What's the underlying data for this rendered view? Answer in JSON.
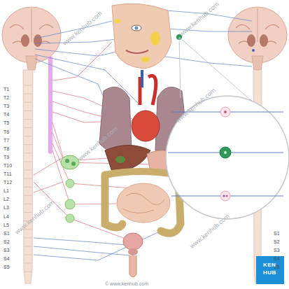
{
  "diagram": {
    "labels": [
      "T1",
      "T2",
      "T3",
      "T4",
      "T5",
      "T6",
      "T7",
      "T8",
      "T9",
      "T10",
      "T11",
      "T12",
      "L1",
      "L2",
      "L3",
      "L4",
      "L5",
      "S1",
      "S2",
      "S3",
      "S4",
      "S5",
      "S1",
      "S2",
      "S3",
      "S4",
      "S5",
      "www.kenhub.com",
      "www.kenhub.com",
      "www.kenhub.com",
      "www.kenhub.com",
      "www.kenhub.com",
      "www.kenhub.com",
      "© www.kenhub.com",
      "KEN",
      "HUB"
    ]
  }
}
